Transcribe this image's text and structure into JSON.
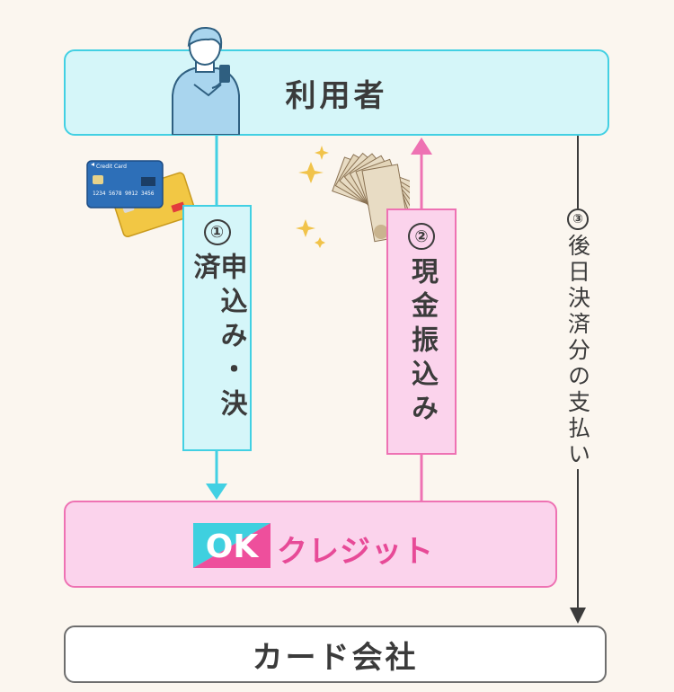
{
  "nodes": {
    "user": "利用者",
    "ok_badge": "OK",
    "ok_brand": "クレジット",
    "card_company": "カード会社"
  },
  "flows": [
    {
      "number": "①",
      "label": "申込み・決済"
    },
    {
      "number": "②",
      "label": "現金振込み"
    },
    {
      "number": "③",
      "label": "後日決済分の支払い"
    }
  ],
  "illustrations": {
    "person": "person-with-phone-icon",
    "cards": "credit-cards-icon",
    "cash": "banknotes-icon",
    "card_text": [
      "Credit Card",
      "1234",
      "5678",
      "9012",
      "3456"
    ]
  },
  "colors": {
    "cyan": "#42d0e3",
    "pink": "#ee72b3",
    "dark": "#3b3b3b"
  }
}
